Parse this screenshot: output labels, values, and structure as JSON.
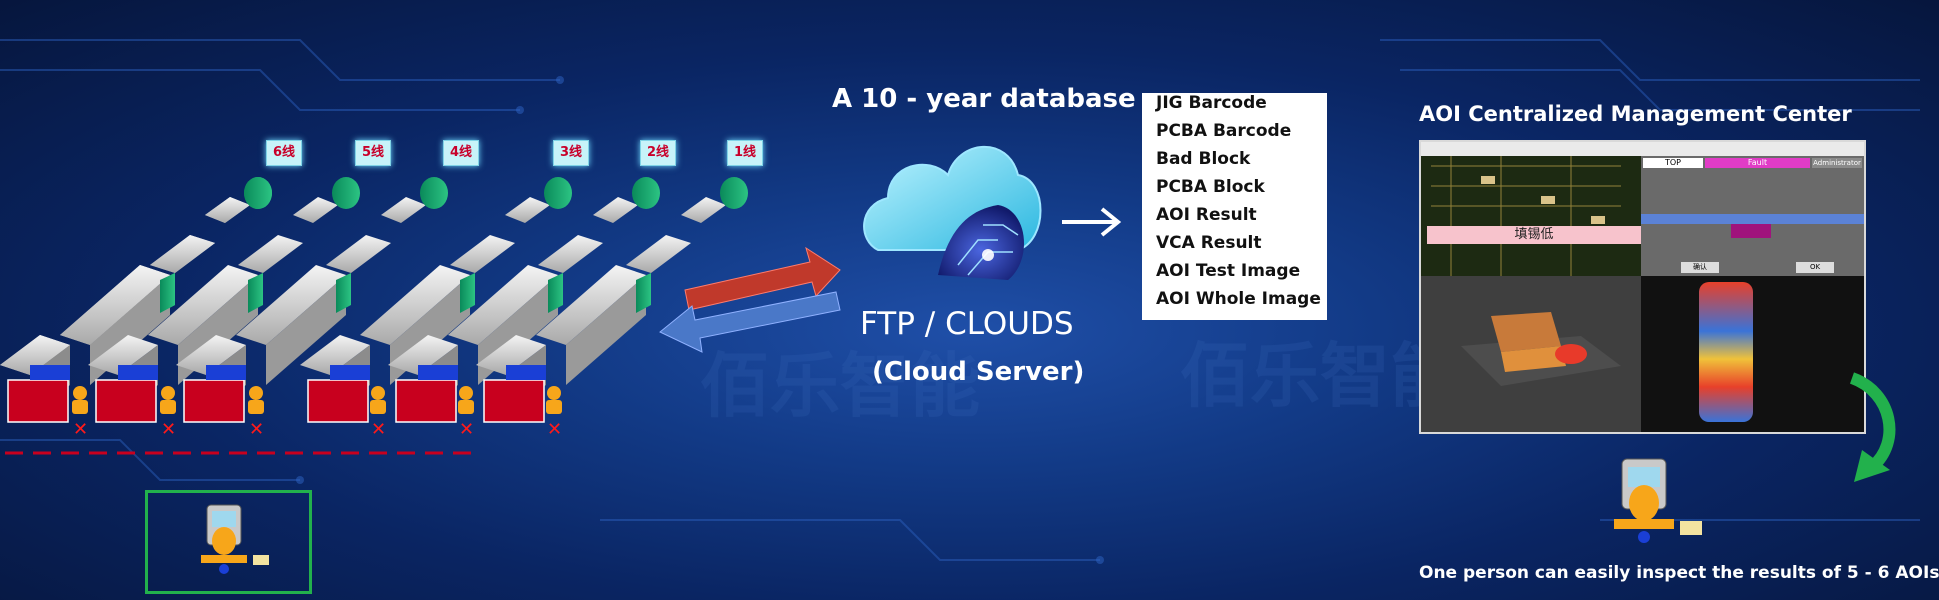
{
  "title_database": "A 10 - year database",
  "cloud": {
    "name": "FTP / CLOUDS",
    "subtitle": "(Cloud Server)"
  },
  "data_list": [
    "JIG Barcode",
    "PCBA Barcode",
    "Bad Block",
    "PCBA Block",
    "AOI Result",
    "VCA Result",
    "AOI Test Image",
    "AOI Whole Image"
  ],
  "center_title": "AOI Centralized Management Center",
  "caption": "One person can easily inspect the results of 5 - 6 AOIs",
  "line_labels": [
    "6线",
    "5线",
    "4线",
    "3线",
    "2线",
    "1线"
  ],
  "screen": {
    "tab_top": "TOP",
    "tab_fault": "Fault",
    "tab_admin": "Administrator",
    "defect_label": "填锡低",
    "btn_left": "确认",
    "btn_right": "OK"
  },
  "watermark": "佰乐智能",
  "colors": {
    "bg": "#0a2563",
    "fault": "#e13cc6",
    "arrow_red": "#c0392b",
    "arrow_blue": "#4a78c8",
    "green_box": "#22b14c"
  }
}
